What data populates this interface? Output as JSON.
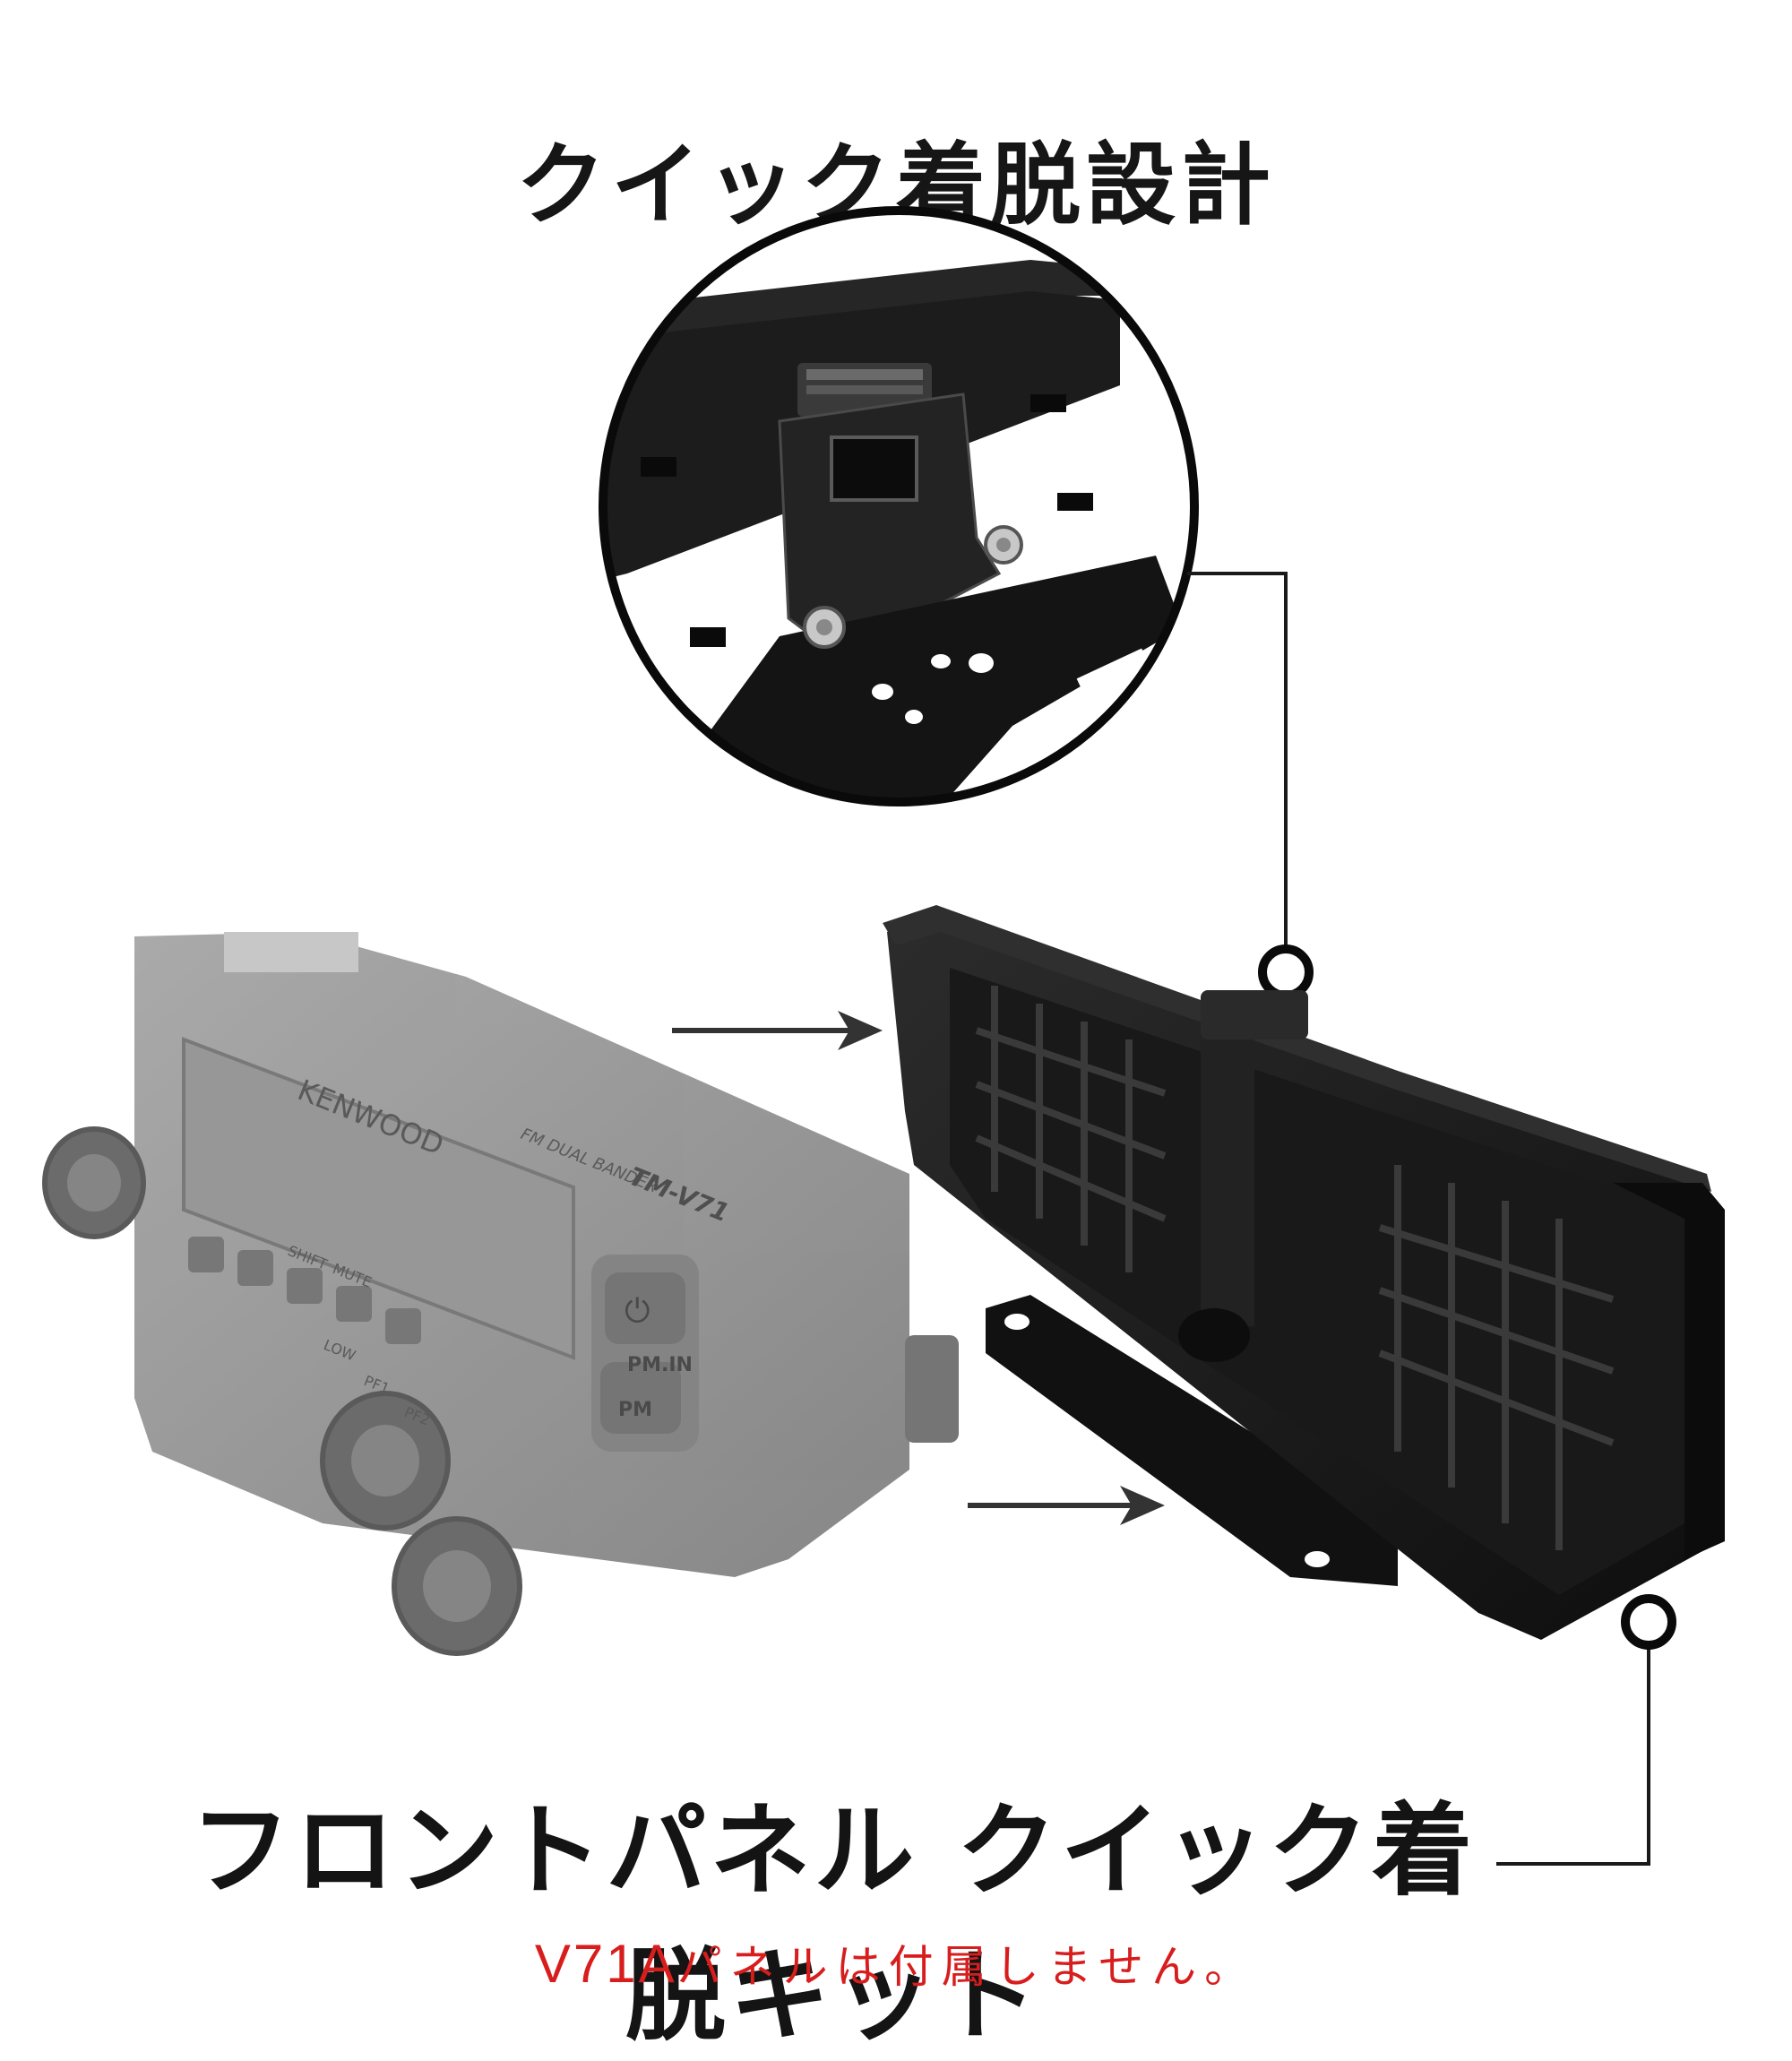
{
  "title": "クイック着脱設計",
  "subtitle": "フロントパネル クイック着脱キット",
  "note": {
    "model": "V71A",
    "text": "パネルは付属しません。"
  },
  "panel_labels": {
    "brand": "KENWOOD",
    "band": "FM DUAL BANDER",
    "model": "TM-V71",
    "power_button": "⏻",
    "pm_in": "PM.IN",
    "pm": "PM",
    "pf1": "PF1",
    "pf2": "PF2",
    "low": "LOW",
    "mute": "MUTE",
    "shift": "SHIFT"
  },
  "colors": {
    "background": "#ffffff",
    "text": "#161616",
    "note": "#d81d1d",
    "bracket": "#1b1b1b",
    "panel_ghost": "#8a8a8a"
  }
}
